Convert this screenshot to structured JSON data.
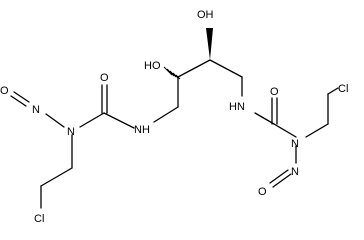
{
  "molecule": {
    "atoms": {
      "o_left_nitroso": "O",
      "n_left_nitroso": "N",
      "n_left_amide": "N",
      "o_left_carbonyl": "O",
      "nh_left": "NH",
      "ho_left": "HO",
      "oh_right": "OH",
      "hn_right": "HN",
      "o_right_carbonyl": "O",
      "n_right_amide": "N",
      "n_right_nitroso": "N",
      "o_right_nitroso": "O",
      "cl_left": "Cl",
      "cl_right": "Cl"
    }
  }
}
